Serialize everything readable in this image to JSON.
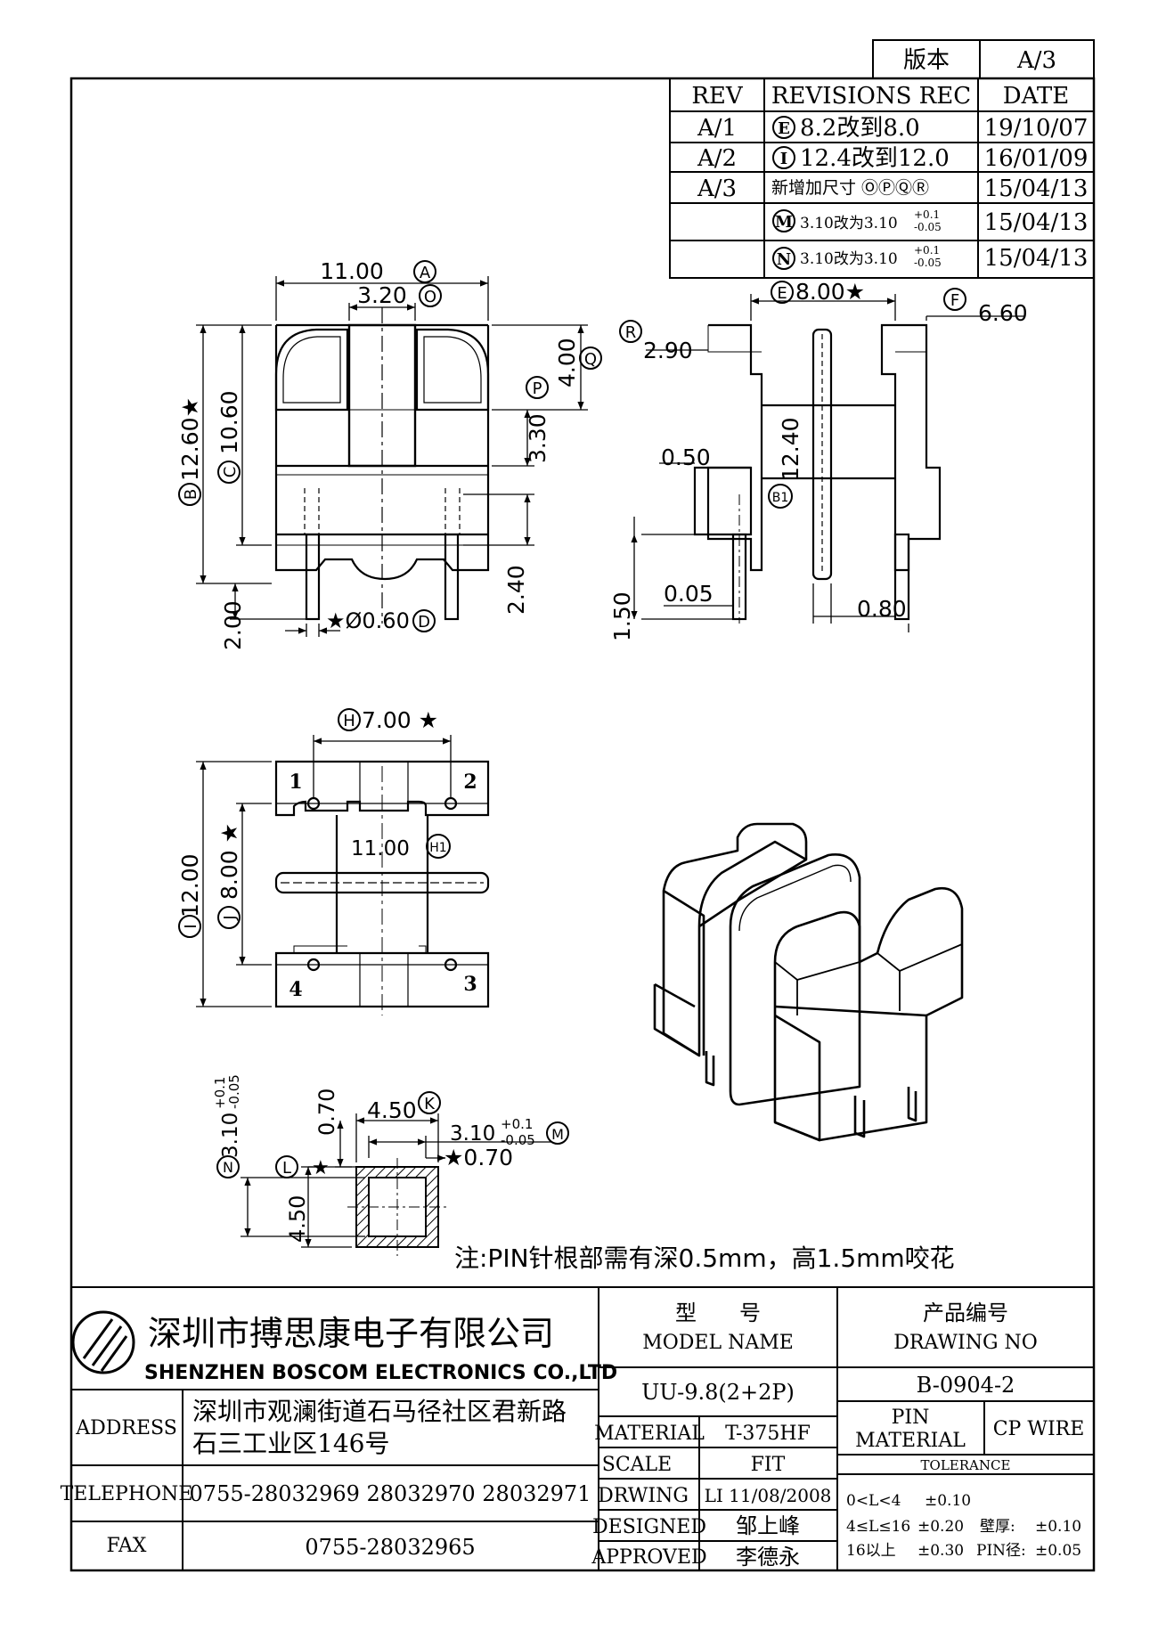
{
  "version": {
    "label": "版本",
    "value": "A/3"
  },
  "revisions": {
    "headers": {
      "rev": "REV",
      "rec": "REVISIONS REC",
      "date": "DATE"
    },
    "rows": [
      {
        "rev": "A/1",
        "mark": "E",
        "text": "8.2改到8.0",
        "date": "19/10/07"
      },
      {
        "rev": "A/2",
        "mark": "I",
        "text": "12.4改到12.0",
        "date": "16/01/09"
      },
      {
        "rev": "A/3",
        "mark": "",
        "text": "新增加尺寸 ⓄⓅⓆⓇ",
        "date": "15/04/13"
      },
      {
        "rev": "",
        "mark": "M",
        "text": "3.10改为3.10",
        "tol_up": "+0.1",
        "tol_down": "-0.05",
        "date": "15/04/13"
      },
      {
        "rev": "",
        "mark": "N",
        "text": "3.10改为3.10",
        "tol_up": "+0.1",
        "tol_down": "-0.05",
        "date": "15/04/13"
      }
    ]
  },
  "dims": {
    "top_width": "11.00",
    "top_width_mark": "A",
    "top_slot": "3.20",
    "top_slot_mark": "O",
    "height_total": "12.60★",
    "height_total_mark": "B",
    "height_inner": "10.60",
    "height_inner_mark": "C",
    "flange_h": "4.00",
    "flange_h_mark": "Q",
    "slot_depth": "3.30",
    "slot_depth_mark": "P",
    "pin_len": "2.00",
    "pin_root": "2.40",
    "pin_dia": "★Ø0.60",
    "pin_dia_mark": "D",
    "side_width": "8.00★",
    "side_width_mark": "E",
    "side_total": "6.60",
    "side_total_mark": "F",
    "side_flange": "2.90",
    "side_flange_mark": "R",
    "side_wall": "0.50",
    "side_height": "12.40",
    "side_height_mark": "B1",
    "side_gap": "0.05",
    "side_pin": "1.50",
    "side_base": "0.80",
    "bottom_pitch": "7.00 ★",
    "bottom_pitch_mark": "H",
    "bottom_core": "11.00",
    "bottom_core_mark": "H1",
    "bottom_total": "12.00",
    "bottom_total_mark": "I",
    "bottom_inner": "8.00 ★",
    "bottom_inner_mark": "J",
    "pin1": "1",
    "pin2": "2",
    "pin3": "3",
    "pin4": "4",
    "sec_w": "4.50",
    "sec_w_mark": "K",
    "sec_top": "0.70",
    "sec_wall": "★0.70",
    "sec_h": "4.50",
    "sec_h_mark": "L",
    "sec_core": "3.10",
    "sec_core_up": "+0.1",
    "sec_core_down": "-0.05",
    "sec_core_mark": "M",
    "sec_side": "3.10",
    "sec_side_up": "+0.1",
    "sec_side_down": "-0.05",
    "sec_side_mark": "N"
  },
  "note": "注:PIN针根部需有深0.5mm，高1.5mm咬花",
  "company": {
    "name_cn": "深圳市搏思康电子有限公司",
    "name_en": "SHENZHEN BOSCOM ELECTRONICS CO.,LTD"
  },
  "contact": {
    "address_label": "ADDRESS",
    "address_line1": "深圳市观澜街道石马径社区君新路",
    "address_line2": "石三工业区146号",
    "telephone_label": "TELEPHONE",
    "telephone": "0755-28032969 28032970 28032971",
    "fax_label": "FAX",
    "fax": "0755-28032965"
  },
  "title_block": {
    "model_cn": "型　　号",
    "model_en": "MODEL NAME",
    "model_value": "UU-9.8(2+2P)",
    "drawing_cn": "产品编号",
    "drawing_en": "DRAWING NO",
    "drawing_value": "B-0904-2",
    "material_label": "MATERIAL",
    "material_value": "T-375HF",
    "scale_label": "SCALE",
    "scale_value": "FIT",
    "drwing_label": "DRWING",
    "drwing_value": "LI 11/08/2008",
    "designed_label": "DESIGNED",
    "designed_value": "邹上峰",
    "approved_label": "APPROVED",
    "approved_value": "李德永",
    "pin_label_1": "PIN",
    "pin_label_2": "MATERIAL",
    "pin_value": "CP WIRE",
    "tolerance_label": "TOLERANCE",
    "tol_rows": [
      {
        "range": "0<L<4",
        "value": "±0.10",
        "extra_label": "",
        "extra_value": ""
      },
      {
        "range": "4≤L≤16",
        "value": "±0.20",
        "extra_label": "壁厚:",
        "extra_value": "±0.10"
      },
      {
        "range": "16以上",
        "value": "±0.30",
        "extra_label": "PIN径:",
        "extra_value": "±0.05"
      }
    ]
  }
}
